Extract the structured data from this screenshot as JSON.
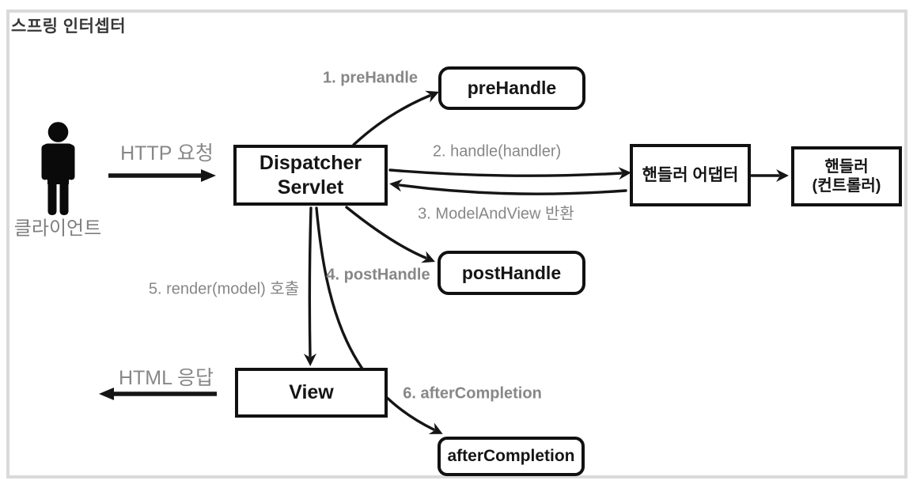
{
  "title": "스프링 인터셉터",
  "colors": {
    "box_border": "#111111",
    "frame_border": "#dadada",
    "label_gray": "#878787",
    "title_color": "#383838",
    "background": "#ffffff",
    "arrow_black": "#151515"
  },
  "nodes": {
    "client": {
      "label": "클라이언트",
      "icon": "person-icon"
    },
    "dispatcher": {
      "line1": "Dispatcher",
      "line2": "Servlet"
    },
    "prehandle": {
      "label": "preHandle"
    },
    "posthandle": {
      "label": "postHandle"
    },
    "aftercompletion": {
      "label": "afterCompletion"
    },
    "view": {
      "label": "View"
    },
    "handler_adapter": {
      "label": "핸들러 어댑터"
    },
    "handler": {
      "line1": "핸들러",
      "line2": "(컨트롤러)"
    }
  },
  "edges": {
    "http_request": "HTTP 요청",
    "step1": "1. preHandle",
    "step2": "2. handle(handler)",
    "step3": "3. ModelAndView 반환",
    "step4": "4. postHandle",
    "step5": "5. render(model) 호출",
    "step6": "6. afterCompletion",
    "html_response": "HTML 응답"
  }
}
